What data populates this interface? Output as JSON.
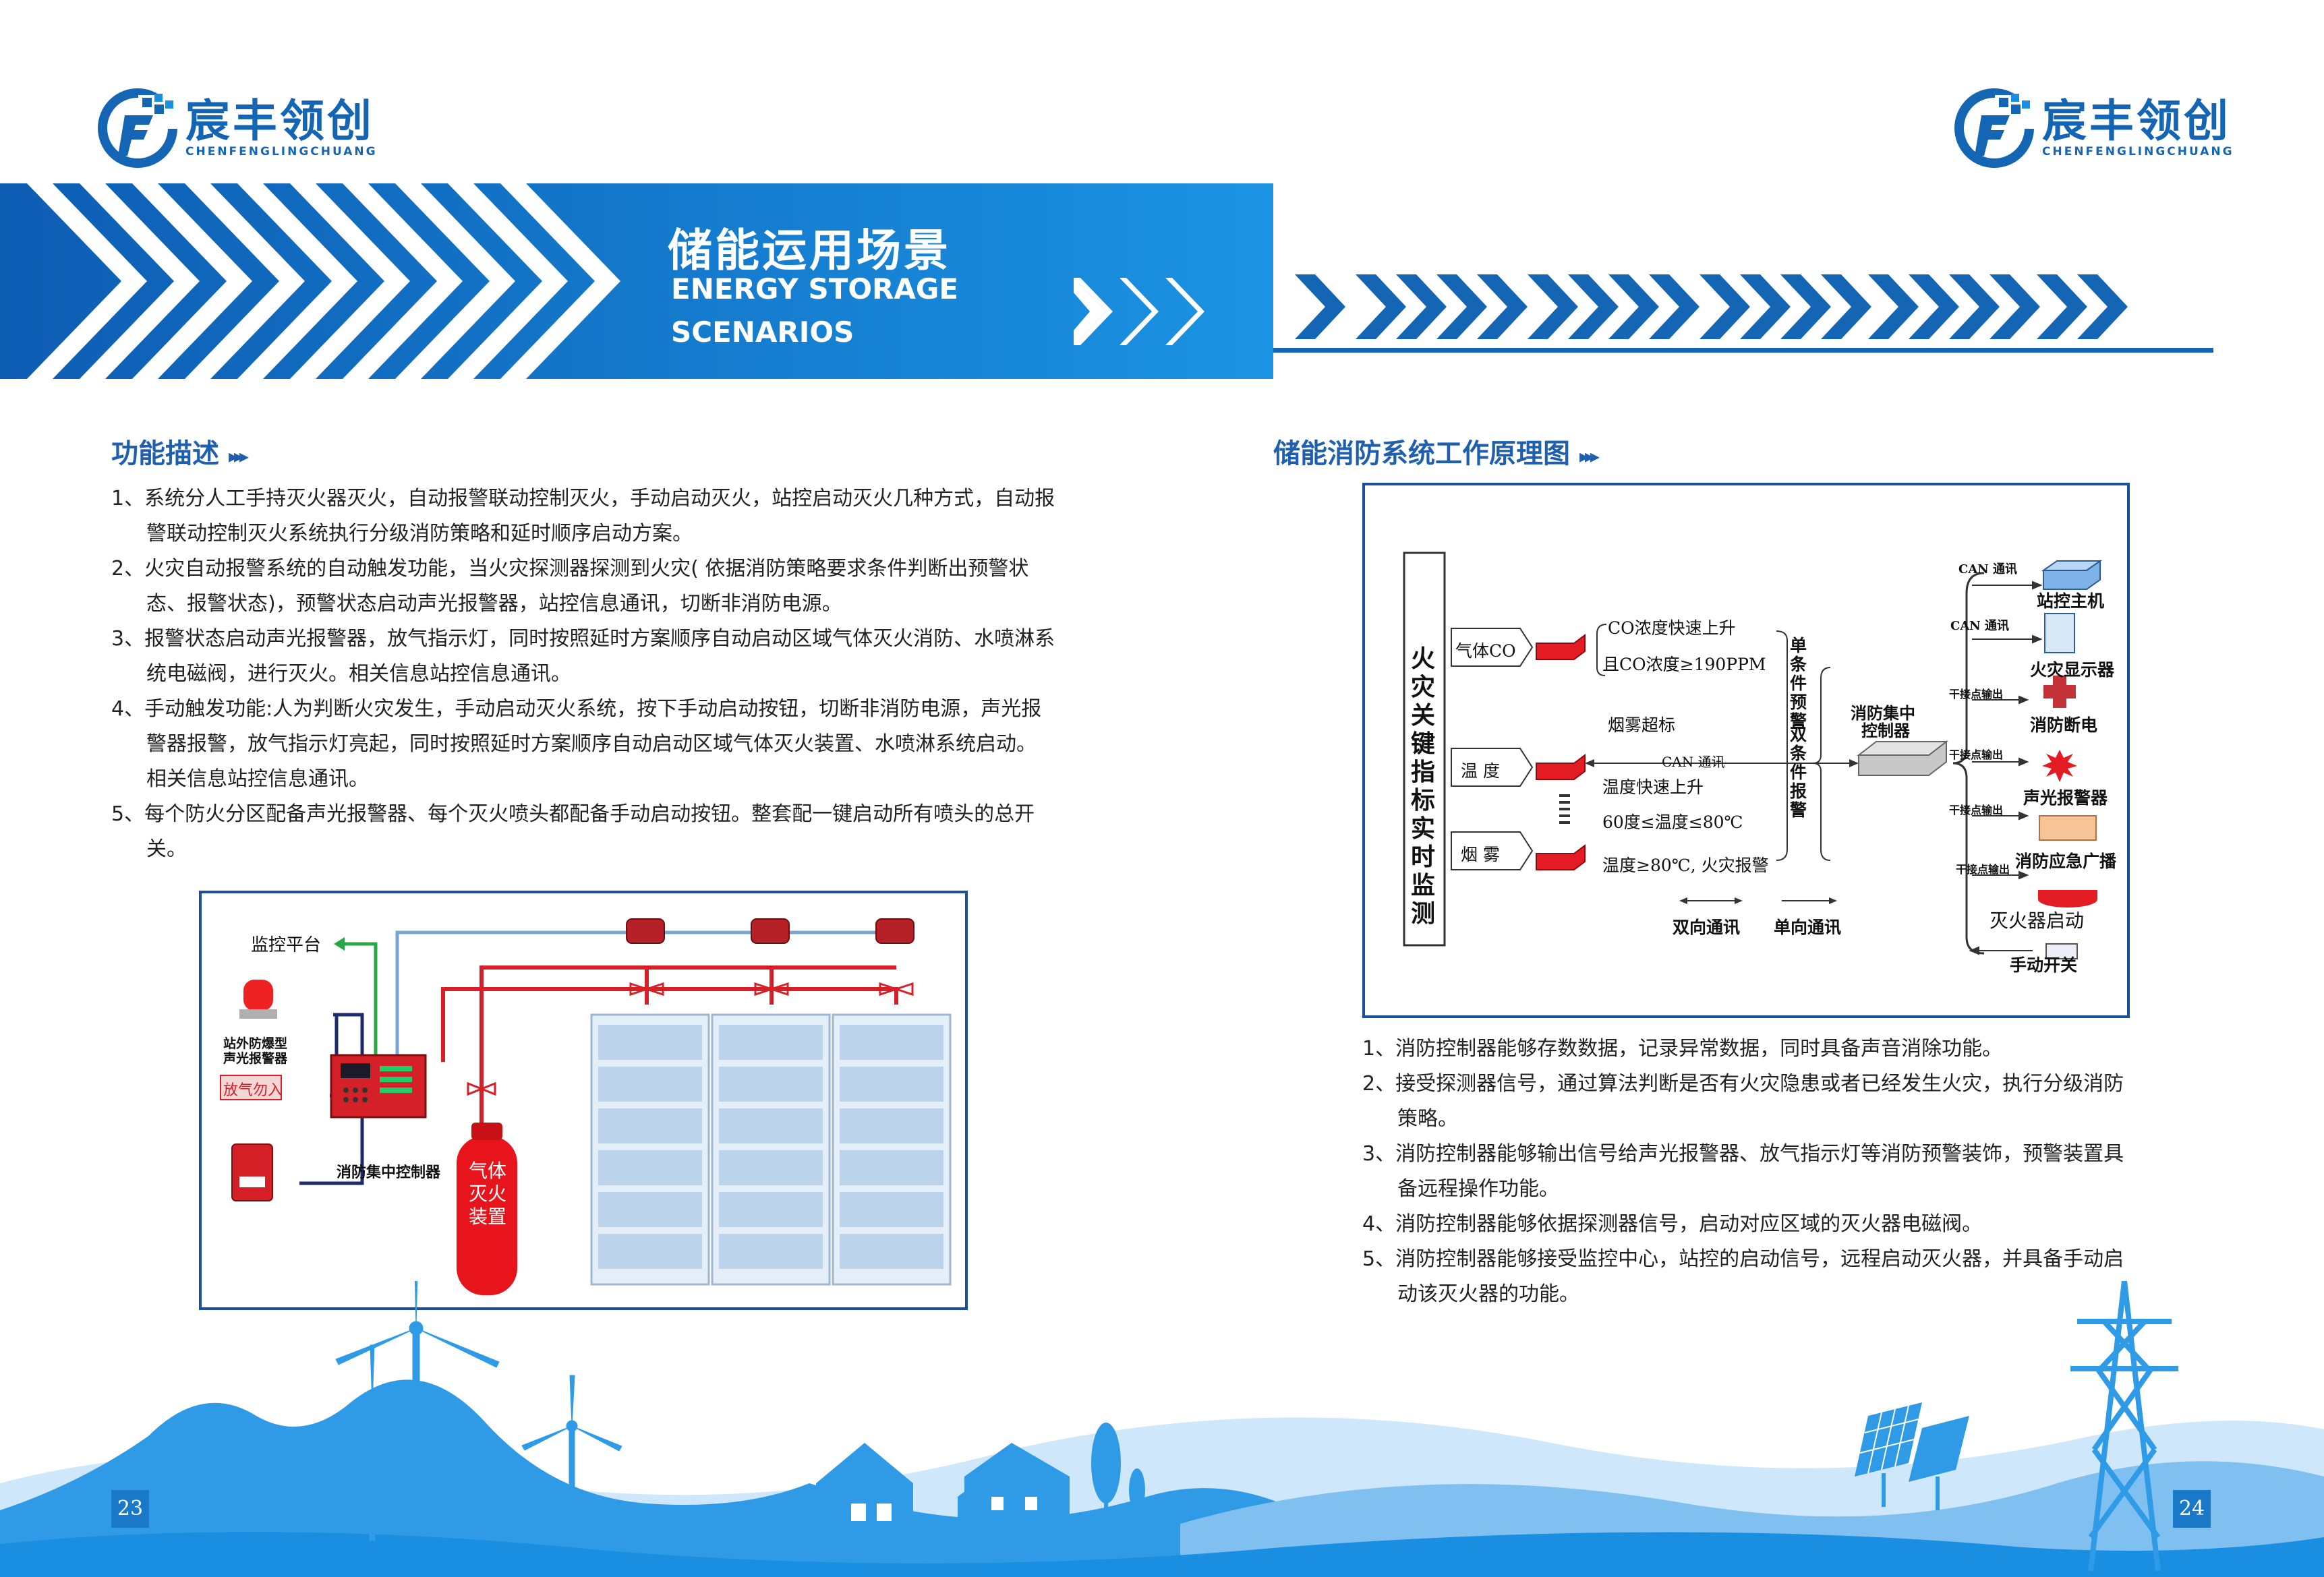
{
  "brand": {
    "name_cn": "宸丰领创",
    "name_en": "CHENFENGLINGCHUANG"
  },
  "banner": {
    "title": "储能运用场景",
    "subtitle_line1": "ENERGY STORAGE",
    "subtitle_line2": "SCENARIOS"
  },
  "left": {
    "heading": "功能描述",
    "items": [
      "1、系统分人工手持灭火器灭火，自动报警联动控制灭火，手动启动灭火，站控启动灭火几种方式，自动报警联动控制灭火系统执行分级消防策略和延时顺序启动方案。",
      "2、火灾自动报警系统的自动触发功能，当火灾探测器探测到火灾( 依据消防策略要求条件判断出预警状态、报警状态)，预警状态启动声光报警器，站控信息通讯，切断非消防电源。",
      "3、报警状态启动声光报警器，放气指示灯，同时按照延时方案顺序自动启动区域气体灭火消防、水喷淋系统电磁阀，进行灭火。相关信息站控信息通讯。",
      "4、手动触发功能:人为判断火灾发生，手动启动灭火系统，按下手动启动按钮，切断非消防电源，声光报警器报警，放气指示灯亮起，同时按照延时方案顺序自动启动区域气体灭火装置、水喷淋系统启动。相关信息站控信息通讯。",
      "5、每个防火分区配备声光报警器、每个灭火喷头都配备手动启动按钮。整套配一键启动所有喷头的总开关。"
    ],
    "diagram": {
      "monitor": "监控平台",
      "alarm_label_1": "站外防爆型",
      "alarm_label_2": "声光报警器",
      "sign": "放气勿入",
      "controller": "消防集中控制器",
      "gas_1": "气体",
      "gas_2": "灭火",
      "gas_3": "装置"
    }
  },
  "right": {
    "heading": "储能消防系统工作原理图",
    "diagram": {
      "vertical": "火灾关键指标实时监测",
      "in_co": "气体CO",
      "in_temp": "温  度",
      "in_smoke": "烟  雾",
      "c1": "CO浓度快速上升",
      "c2": "且CO浓度≥190PPM",
      "c3": "烟雾超标",
      "c4": "温度快速上升",
      "c5": "60度≤温度≤80℃",
      "c6": "温度≥80℃, 火灾报警",
      "can": "CAN 通讯",
      "single": "单条件预警",
      "double": "双条件报警",
      "controller_1": "消防集中",
      "controller_2": "控制器",
      "bi": "双向通讯",
      "uni": "单向通讯",
      "out_can": "CAN 通讯",
      "out_dry": "干接点输出",
      "o1": "站控主机",
      "o2": "火灾显示器",
      "o3": "消防断电",
      "o4": "声光报警器",
      "o5": "消防应急广播",
      "o6": "灭火器启动",
      "o7": "手动开关"
    },
    "items": [
      "1、消防控制器能够存数数据，记录异常数据，同时具备声音消除功能。",
      "2、接受探测器信号，通过算法判断是否有火灾隐患或者已经发生火灾，执行分级消防策略。",
      "3、消防控制器能够输出信号给声光报警器、放气指示灯等消防预警装饰，预警装置具备远程操作功能。",
      "4、消防控制器能够依据探测器信号，启动对应区域的灭火器电磁阀。",
      "5、消防控制器能够接受监控中心，站控的启动信号，远程启动灭火器，并具备手动启动该灭火器的功能。"
    ]
  },
  "page_numbers": {
    "left": "23",
    "right": "24"
  },
  "colors": {
    "brand_blue": "#1565b5",
    "banner_light": "#1a8ee0",
    "alarm_red": "#d62027",
    "hill_blue": "#2f9be6"
  }
}
